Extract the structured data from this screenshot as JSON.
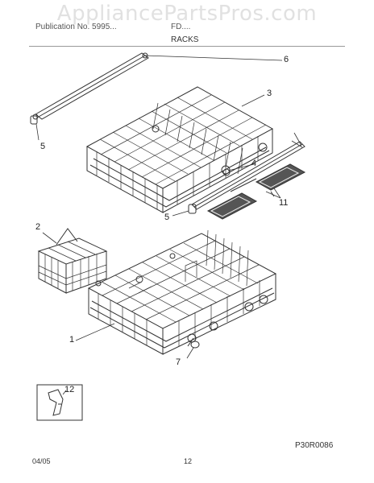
{
  "watermark": "AppliancePartsPros.com",
  "header": {
    "left_text": "Publication No. 5995...",
    "model": "FD....",
    "title": "RACKS"
  },
  "callouts": {
    "c1": "1",
    "c2": "2",
    "c3": "3",
    "c4": "4",
    "c5a": "5",
    "c5b": "5",
    "c6": "6",
    "c7": "7",
    "c11": "11",
    "c12": "12"
  },
  "footer": {
    "code": "P30R0086",
    "date": "04/05",
    "page": "12"
  }
}
